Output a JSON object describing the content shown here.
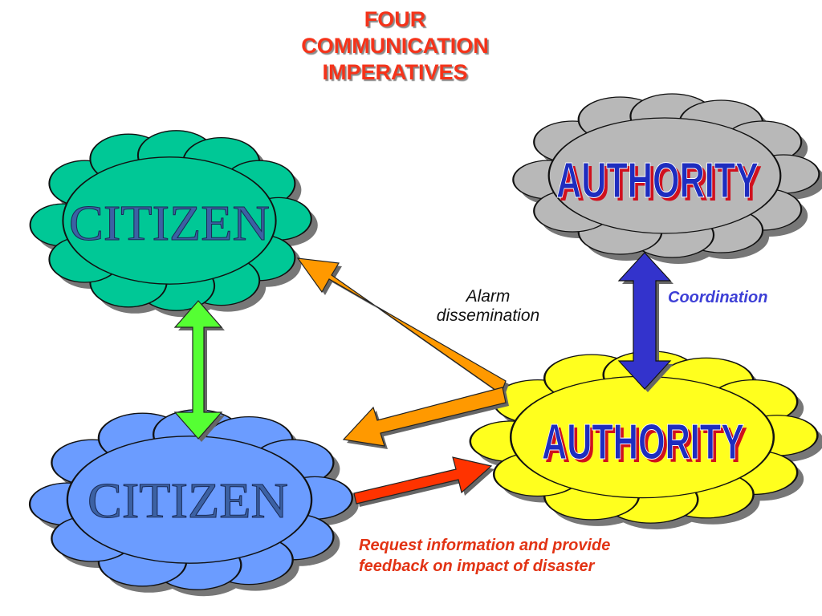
{
  "title": {
    "lines": [
      "FOUR",
      "COMMUNICATION",
      "IMPERATIVES"
    ]
  },
  "nodes": {
    "citizen_top": {
      "label": "CITIZEN",
      "fill": "#00c896"
    },
    "citizen_bottom": {
      "label": "CITIZEN",
      "fill": "#6b9cff"
    },
    "authority_top": {
      "label": "AUTHORITY",
      "fill": "#b8b8b8"
    },
    "authority_bottom": {
      "label": "AUTHORITY",
      "fill": "#ffff1e"
    }
  },
  "edges": {
    "alarm": {
      "label": "Alarm dissemination",
      "line1": "Alarm",
      "line2": "dissemination",
      "color": "#ff9900"
    },
    "coordination": {
      "label": "Coordination",
      "color": "#3333cc"
    },
    "citizen_link": {
      "color": "#55ff33"
    },
    "request": {
      "label": "Request information and provide feedback on impact of disaster",
      "line1": "Request information and provide",
      "line2": "feedback on impact of disaster",
      "color": "#ff3300"
    }
  },
  "colors": {
    "title": "#f5331a",
    "node_text": "#3c61a3",
    "authority_text": "#1e2dbf",
    "authority_shadow": "#d0101e"
  }
}
